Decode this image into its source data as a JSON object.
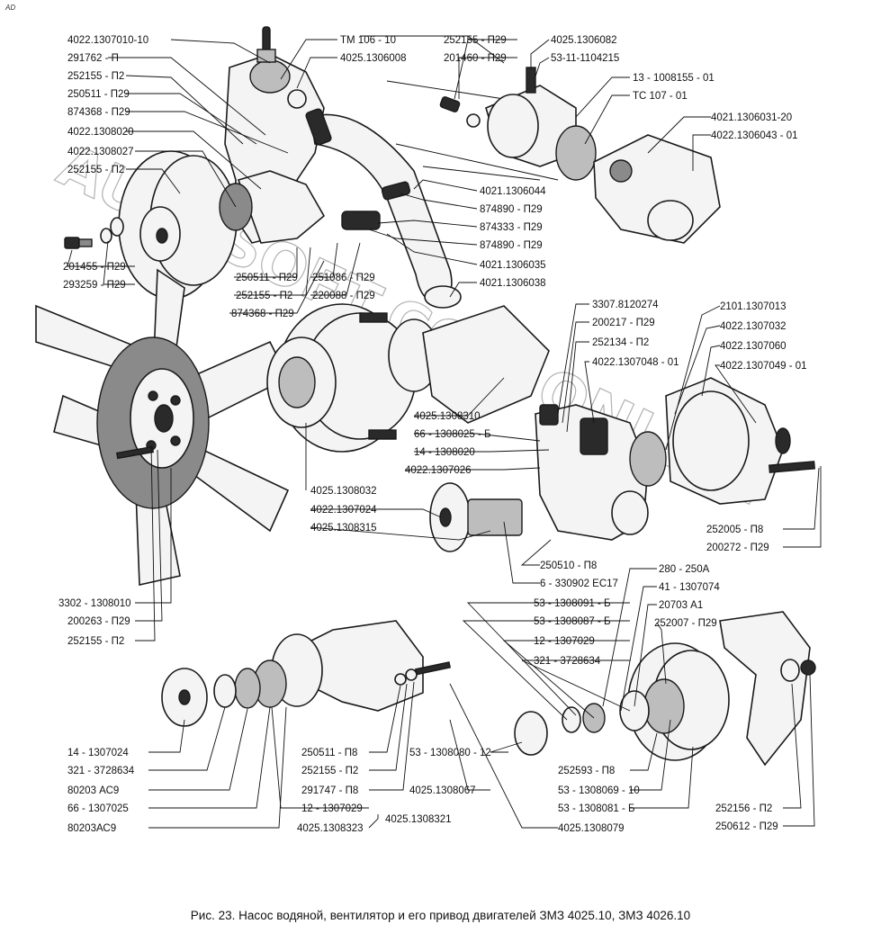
{
  "corner_mark": "AD",
  "caption": "Рис. 23. Насос водяной, вентилятор и его привод двигателей ЗМЗ 4025.10, ЗМЗ 4026.10",
  "watermark": "AUTOSOFT.COM ONLINE",
  "labels": [
    {
      "id": "l1",
      "text": "4022.1307010-10"
    },
    {
      "id": "l2",
      "text": "291762 - П"
    },
    {
      "id": "l3",
      "text": "252155 - П2"
    },
    {
      "id": "l4",
      "text": "250511 - П29"
    },
    {
      "id": "l5",
      "text": "874368 - П29"
    },
    {
      "id": "l6",
      "text": "4022.1308020"
    },
    {
      "id": "l7",
      "text": "4022.1308027"
    },
    {
      "id": "l8",
      "text": "252155 - П2"
    },
    {
      "id": "l9",
      "text": "201455 - П29"
    },
    {
      "id": "l10",
      "text": "293259 - П29"
    },
    {
      "id": "l11",
      "text": "ТМ 106 - 10"
    },
    {
      "id": "l12",
      "text": "4025.1306008"
    },
    {
      "id": "l13",
      "text": "252155 - П29"
    },
    {
      "id": "l14",
      "text": "201460 - П29"
    },
    {
      "id": "l15",
      "text": "4025.1306082"
    },
    {
      "id": "l16",
      "text": "53-11-1104215"
    },
    {
      "id": "l17",
      "text": "13 - 1008155 - 01"
    },
    {
      "id": "l18",
      "text": "ТС 107 - 01"
    },
    {
      "id": "l19",
      "text": "4021.1306031-20"
    },
    {
      "id": "l20",
      "text": "4022.1306043 - 01"
    },
    {
      "id": "l21",
      "text": "4021.1306044"
    },
    {
      "id": "l22",
      "text": "874890 - П29"
    },
    {
      "id": "l23",
      "text": "874333 - П29"
    },
    {
      "id": "l24",
      "text": "874890 - П29"
    },
    {
      "id": "l25",
      "text": "4021.1306035"
    },
    {
      "id": "l26",
      "text": "4021.1306038"
    },
    {
      "id": "l27",
      "text": "250511 - П29"
    },
    {
      "id": "l28",
      "text": "252155 - П2"
    },
    {
      "id": "l29",
      "text": "874368 - П29"
    },
    {
      "id": "l30",
      "text": "251086 - П29"
    },
    {
      "id": "l31",
      "text": "220088 - П29"
    },
    {
      "id": "l32",
      "text": "3307.8120274"
    },
    {
      "id": "l33",
      "text": "200217 - П29"
    },
    {
      "id": "l34",
      "text": "252134 - П2"
    },
    {
      "id": "l35",
      "text": "4022.1307048 - 01"
    },
    {
      "id": "l36",
      "text": "2101.1307013"
    },
    {
      "id": "l37",
      "text": "4022.1307032"
    },
    {
      "id": "l38",
      "text": "4022.1307060"
    },
    {
      "id": "l39",
      "text": "4022.1307049 - 01"
    },
    {
      "id": "l40",
      "text": "4025.1308310"
    },
    {
      "id": "l41",
      "text": "66 - 1308025 - Б"
    },
    {
      "id": "l42",
      "text": "14 - 1308020"
    },
    {
      "id": "l43",
      "text": "4022.1307026"
    },
    {
      "id": "l44",
      "text": "4025.1308032"
    },
    {
      "id": "l45",
      "text": "4022.1307024"
    },
    {
      "id": "l46",
      "text": "4025.1308315"
    },
    {
      "id": "l47",
      "text": "252005 - П8"
    },
    {
      "id": "l48",
      "text": "200272 - П29"
    },
    {
      "id": "l49",
      "text": "250510 - П8"
    },
    {
      "id": "l50",
      "text": "6 - 330902 ЕС17"
    },
    {
      "id": "l51",
      "text": "53 - 1308091 - Б"
    },
    {
      "id": "l52",
      "text": "53 - 1308087 - Б"
    },
    {
      "id": "l53",
      "text": "12 - 1307029"
    },
    {
      "id": "l54",
      "text": "321 - 3728634"
    },
    {
      "id": "l55",
      "text": "280 - 250А"
    },
    {
      "id": "l56",
      "text": "41 - 1307074"
    },
    {
      "id": "l57",
      "text": "20703 А1"
    },
    {
      "id": "l58",
      "text": "252007 - П29"
    },
    {
      "id": "l59",
      "text": "3302 - 1308010"
    },
    {
      "id": "l60",
      "text": "200263 - П29"
    },
    {
      "id": "l61",
      "text": "252155 - П2"
    },
    {
      "id": "l62",
      "text": "14 - 1307024"
    },
    {
      "id": "l63",
      "text": "321 - 3728634"
    },
    {
      "id": "l64",
      "text": "80203 АС9"
    },
    {
      "id": "l65",
      "text": "66 - 1307025"
    },
    {
      "id": "l66",
      "text": "80203АС9"
    },
    {
      "id": "l67",
      "text": "250511 - П8"
    },
    {
      "id": "l68",
      "text": "252155 - П2"
    },
    {
      "id": "l69",
      "text": "291747 - П8"
    },
    {
      "id": "l70",
      "text": "12 - 1307029"
    },
    {
      "id": "l71",
      "text": "4025.1308323"
    },
    {
      "id": "l72",
      "text": "4025.1308321"
    },
    {
      "id": "l73",
      "text": "53 - 1308080 - 12"
    },
    {
      "id": "l74",
      "text": "4025.1308067"
    },
    {
      "id": "l75",
      "text": "4025.1308079"
    },
    {
      "id": "l76",
      "text": "252593 - П8"
    },
    {
      "id": "l77",
      "text": "53 - 1308069 - 10"
    },
    {
      "id": "l78",
      "text": "53 - 1308081 - Б"
    },
    {
      "id": "l79",
      "text": "252156 - П2"
    },
    {
      "id": "l80",
      "text": "250612 - П29"
    }
  ]
}
